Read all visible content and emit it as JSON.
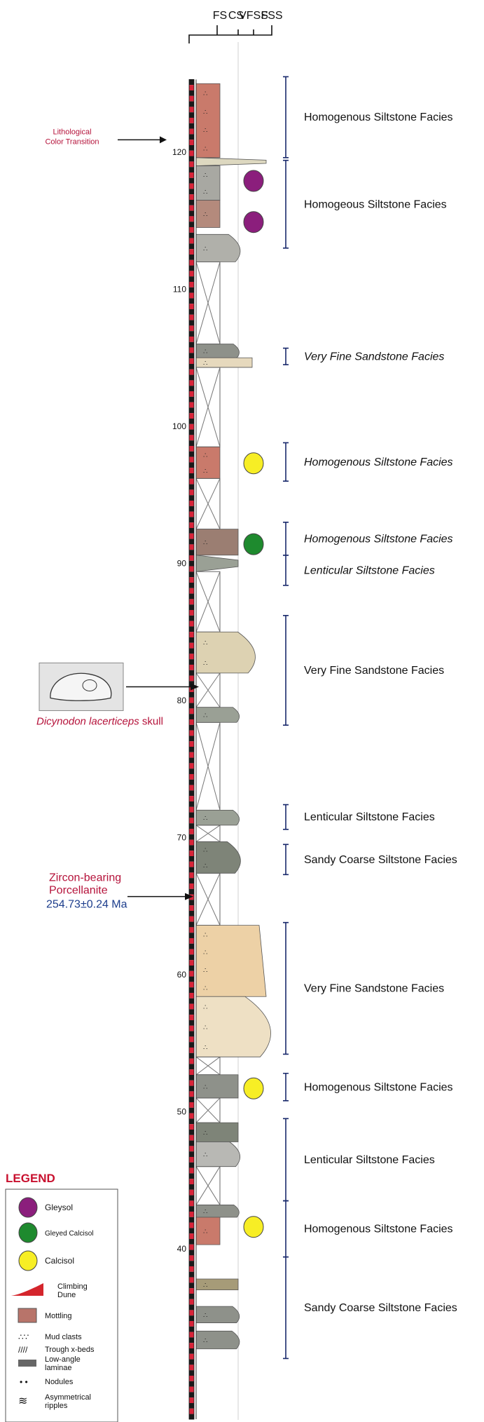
{
  "grain_size_header": [
    "FS",
    "CS",
    "VFSS",
    "FSS"
  ],
  "scale": {
    "labels": [
      "120",
      "110",
      "100",
      "90",
      "80",
      "70",
      "60",
      "50",
      "40"
    ]
  },
  "column": {
    "units": [
      {
        "top": 125.0,
        "bottom": 119.6,
        "grain": "FS",
        "color": "#c97a6b",
        "shape": "rect"
      },
      {
        "top": 119.6,
        "bottom": 119.0,
        "grain": "FSS",
        "color": "#ddd8c0",
        "shape": "lens"
      },
      {
        "top": 119.0,
        "bottom": 116.5,
        "grain": "FS",
        "color": "#a8a8a2",
        "shape": "rect"
      },
      {
        "top": 116.5,
        "bottom": 114.5,
        "grain": "FS",
        "color": "#b48a7c",
        "shape": "rect"
      },
      {
        "top": 114.0,
        "bottom": 112.0,
        "grain": "CS",
        "color": "#b0b0aa",
        "shape": "round"
      },
      {
        "top": 106.0,
        "bottom": 105.0,
        "grain": "CS",
        "color": "#8e918a",
        "shape": "round"
      },
      {
        "top": 105.0,
        "bottom": 104.3,
        "grain": "VFSS",
        "color": "#e6d9bd",
        "shape": "rect"
      },
      {
        "top": 98.5,
        "bottom": 96.2,
        "grain": "FS",
        "color": "#c97a6b",
        "shape": "rect"
      },
      {
        "top": 92.5,
        "bottom": 90.6,
        "grain": "CS",
        "color": "#9b7e72",
        "shape": "rect"
      },
      {
        "top": 90.6,
        "bottom": 89.4,
        "grain": "CS",
        "color": "#9aa095",
        "shape": "lens"
      },
      {
        "top": 85.0,
        "bottom": 82.0,
        "grain": "VFSS",
        "color": "#ddd2b2",
        "shape": "round"
      },
      {
        "top": 79.5,
        "bottom": 78.4,
        "grain": "CS",
        "color": "#9aa095",
        "shape": "round"
      },
      {
        "top": 72.0,
        "bottom": 70.9,
        "grain": "CS",
        "color": "#9aa095",
        "shape": "round"
      },
      {
        "top": 69.7,
        "bottom": 67.4,
        "grain": "CS",
        "color": "#7e8478",
        "shape": "round"
      },
      {
        "top": 63.6,
        "bottom": 58.4,
        "grain": "FSS",
        "color": "#edd1a6",
        "shape": "slope"
      },
      {
        "top": 58.4,
        "bottom": 54.0,
        "grain": "FSS",
        "color": "#eee0c4",
        "shape": "round"
      },
      {
        "top": 52.7,
        "bottom": 51.0,
        "grain": "CS",
        "color": "#8e918a",
        "shape": "rect"
      },
      {
        "top": 49.2,
        "bottom": 47.8,
        "grain": "CS",
        "color": "#7e8478",
        "shape": "thin"
      },
      {
        "top": 47.8,
        "bottom": 46.0,
        "grain": "CS",
        "color": "#b8b8b4",
        "shape": "round"
      },
      {
        "top": 43.2,
        "bottom": 42.3,
        "grain": "CS",
        "color": "#8e918a",
        "shape": "round"
      },
      {
        "top": 42.3,
        "bottom": 40.3,
        "grain": "FS",
        "color": "#c97a6b",
        "shape": "rect"
      },
      {
        "top": 37.8,
        "bottom": 37.0,
        "grain": "CS",
        "color": "#a69b78",
        "shape": "rect"
      },
      {
        "top": 35.8,
        "bottom": 34.6,
        "grain": "CS",
        "color": "#8e918a",
        "shape": "round"
      },
      {
        "top": 34.0,
        "bottom": 32.7,
        "grain": "CS",
        "color": "#8e918a",
        "shape": "round"
      }
    ],
    "covered_intervals": [
      [
        112.0,
        106.0
      ],
      [
        104.3,
        98.5
      ],
      [
        96.2,
        92.5
      ],
      [
        89.4,
        85.0
      ],
      [
        82.0,
        79.5
      ],
      [
        78.4,
        72.0
      ],
      [
        70.9,
        69.7
      ],
      [
        67.4,
        63.6
      ],
      [
        54.0,
        52.7
      ],
      [
        51.0,
        49.2
      ],
      [
        46.0,
        43.2
      ]
    ]
  },
  "facies": [
    {
      "label": "Homogenous Siltstone Facies",
      "top": 125.5,
      "bottom": 119.6,
      "italic": false
    },
    {
      "label": "Homogeous Siltstone Facies",
      "top": 119.4,
      "bottom": 113.0,
      "italic": false
    },
    {
      "label": "Very Fine Sandstone Facies",
      "top": 105.7,
      "bottom": 104.5,
      "italic": true
    },
    {
      "label": "Homogenous Siltstone Facies",
      "top": 98.8,
      "bottom": 96.0,
      "italic": true
    },
    {
      "label": "Homogenous Siltstone Facies",
      "top": 93.0,
      "bottom": 90.6,
      "italic": true
    },
    {
      "label": "Lenticular Siltstone Facies",
      "top": 90.6,
      "bottom": 88.4,
      "italic": true
    },
    {
      "label": "Very Fine Sandstone Facies",
      "top": 86.2,
      "bottom": 78.2,
      "italic": false
    },
    {
      "label": "Lenticular Siltstone Facies",
      "top": 72.4,
      "bottom": 70.6,
      "italic": false
    },
    {
      "label": "Sandy Coarse Siltstone Facies",
      "top": 69.5,
      "bottom": 67.3,
      "italic": false
    },
    {
      "label": "Very Fine Sandstone Facies",
      "top": 63.8,
      "bottom": 54.2,
      "italic": false
    },
    {
      "label": "Homogenous Siltstone Facies",
      "top": 52.8,
      "bottom": 50.8,
      "italic": false
    },
    {
      "label": "Lenticular Siltstone Facies",
      "top": 49.5,
      "bottom": 43.5,
      "italic": false
    },
    {
      "label": "Homogenous Siltstone Facies",
      "top": 43.5,
      "bottom": 39.4,
      "italic": false
    },
    {
      "label": "Sandy Coarse Siltstone Facies",
      "top": 39.4,
      "bottom": 32.0,
      "italic": false
    }
  ],
  "soils": [
    {
      "type": "Gleysol",
      "level": 117.9
    },
    {
      "type": "Gleysol",
      "level": 114.9
    },
    {
      "type": "Calcisol",
      "level": 97.3
    },
    {
      "type": "Gleyed Calcisol",
      "level": 91.4
    },
    {
      "type": "Calcisol",
      "level": 51.7
    },
    {
      "type": "Calcisol",
      "level": 41.6
    }
  ],
  "annotations": {
    "color_transition": {
      "lines": [
        "Lithological",
        "Color Transition"
      ],
      "level": 120.9
    },
    "skull": {
      "label_italic": "Dicynodon lacerticeps",
      "label_rest": " skull",
      "level": 81.0
    },
    "zircon": {
      "lines": [
        "Zircon-bearing",
        "Porcellanite"
      ],
      "age": "254.73±0.24 Ma",
      "level": 65.7
    }
  },
  "legend": {
    "title": "LEGEND",
    "items": [
      {
        "symbol": "gleysol-circle",
        "label": "Gleysol"
      },
      {
        "symbol": "gleyed-calcisol-circle",
        "label": "Gleyed Calcisol"
      },
      {
        "symbol": "calcisol-circle",
        "label": "Calcisol"
      },
      {
        "symbol": "climbing-dune",
        "label": "Climbing\nDune"
      },
      {
        "symbol": "mottling",
        "label": "Mottling"
      },
      {
        "symbol": "mud-clasts",
        "label": "Mud clasts"
      },
      {
        "symbol": "trough-x-beds",
        "label": "Trough x-beds"
      },
      {
        "symbol": "low-angle-laminae",
        "label": "Low-angle\nlaminae"
      },
      {
        "symbol": "nodules",
        "label": "Nodules"
      },
      {
        "symbol": "asymmetrical-ripples",
        "label": "Asymmetrical\nripples"
      }
    ]
  },
  "colors": {
    "gleysol": "#8b1e7c",
    "gleyed_calcisol": "#1e8a2e",
    "calcisol": "#f7ee25",
    "annotation_red": "#b5123a",
    "age_blue": "#1c3d8c",
    "legend_title": "#c8102e",
    "mottle": "#b8746a"
  }
}
